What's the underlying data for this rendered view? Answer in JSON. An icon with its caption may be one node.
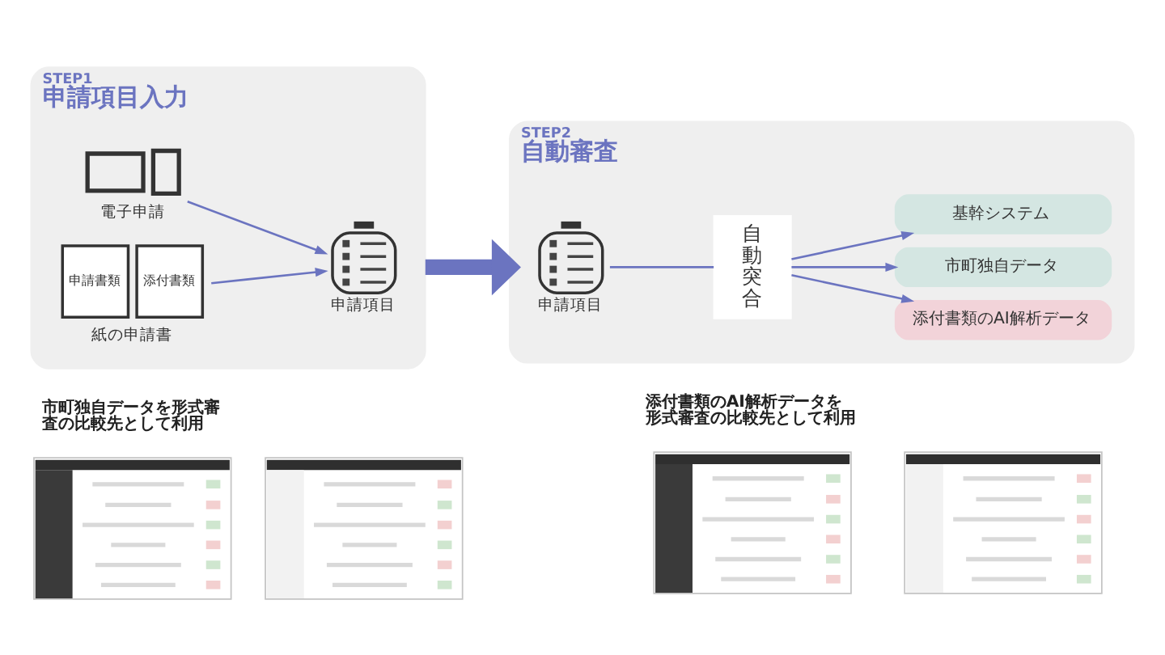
{
  "diagram": {
    "nodes": [
      {
        "text": [
          "STEP1",
          "申請項目入力"
        ]
      },
      {
        "text": [
          "電子申請"
        ],
        "in": 0
      },
      {
        "text": [
          "申請書類",
          "添付書類",
          "紙の申請書"
        ],
        "in": 0
      },
      {
        "text": [
          "申請項目"
        ],
        "in": 0
      },
      {
        "text": [
          "STEP2",
          "自動審査"
        ]
      },
      {
        "text": [
          "申請項目"
        ],
        "in": 4
      },
      {
        "text": [
          "自動突合"
        ],
        "in": 4
      },
      {
        "text": [
          "基幹システム"
        ],
        "in": 4
      },
      {
        "text": [
          "市町独自データ"
        ],
        "in": 4
      },
      {
        "text": [
          "添付書類のAI解析データ"
        ],
        "in": 4
      },
      {
        "text": [],
        "shape": "picture"
      },
      {
        "text": [],
        "shape": "picture"
      },
      {
        "text": [],
        "shape": "picture"
      },
      {
        "text": [],
        "shape": "picture"
      }
    ],
    "edges": [
      {
        "from": 1,
        "to": 3,
        "arrow": "to"
      },
      {
        "from": 2,
        "to": 3,
        "arrow": "to"
      },
      {
        "from": 0,
        "to": 4,
        "arrow": "to",
        "style": "thick"
      },
      {
        "from": 5,
        "to": 6,
        "arrow": "none"
      },
      {
        "from": 6,
        "to": 7,
        "arrow": "to"
      },
      {
        "from": 6,
        "to": 8,
        "arrow": "to"
      },
      {
        "from": 6,
        "to": 9,
        "arrow": "to"
      }
    ],
    "labels": [
      "市町独自データを形式審査の比較先として利用",
      "添付書類のAI解析データを形式審査の比較先として利用"
    ]
  }
}
